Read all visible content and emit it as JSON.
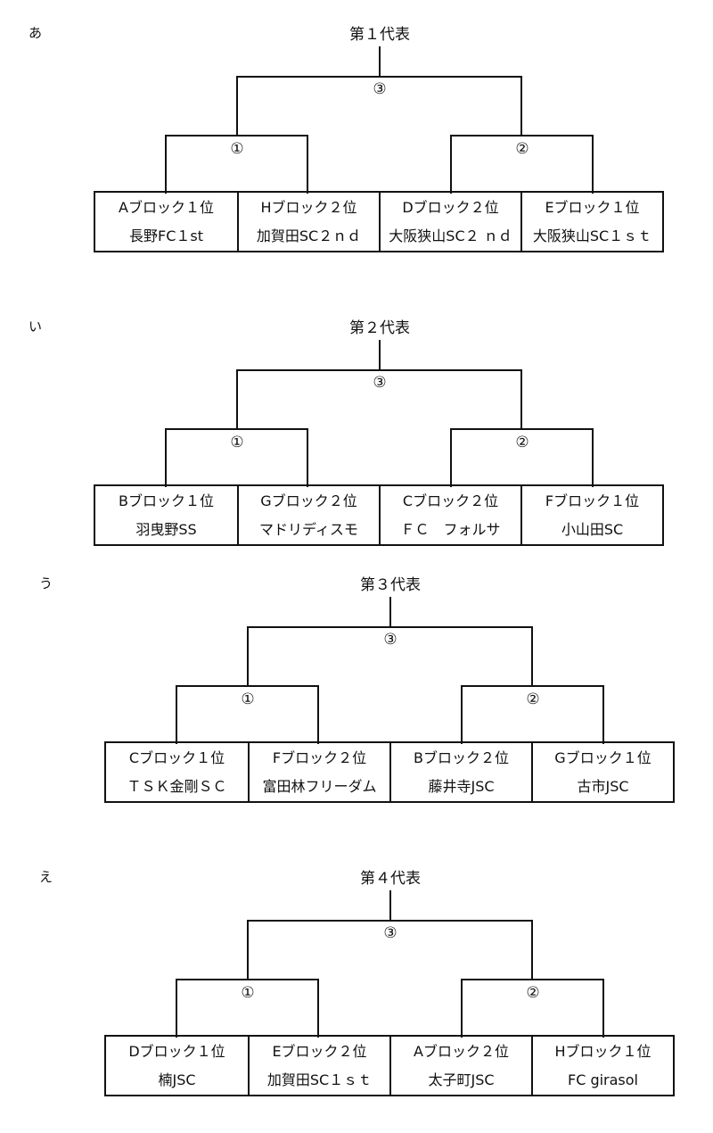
{
  "brackets": [
    {
      "label": "あ",
      "title": "第１代表",
      "match_top": "③",
      "match_left": "①",
      "match_right": "②",
      "teams": [
        {
          "block": "Aブロック１位",
          "name": "長野FC１st"
        },
        {
          "block": "Hブロック２位",
          "name": "加賀田SC２ｎｄ"
        },
        {
          "block": "Dブロック２位",
          "name": "大阪狭山SC２ ｎｄ"
        },
        {
          "block": "Eブロック１位",
          "name": "大阪狭山SC１ｓｔ"
        }
      ]
    },
    {
      "label": "い",
      "title": "第２代表",
      "match_top": "③",
      "match_left": "①",
      "match_right": "②",
      "teams": [
        {
          "block": "Bブロック１位",
          "name": "羽曳野SS"
        },
        {
          "block": "Gブロック２位",
          "name": "マドリディスモ"
        },
        {
          "block": "Cブロック２位",
          "name": "ＦＣ　フォルサ"
        },
        {
          "block": "Fブロック１位",
          "name": "小山田SC"
        }
      ]
    },
    {
      "label": "う",
      "title": "第３代表",
      "match_top": "③",
      "match_left": "①",
      "match_right": "②",
      "teams": [
        {
          "block": "Cブロック１位",
          "name": "ＴＳＫ金剛ＳＣ"
        },
        {
          "block": "Fブロック２位",
          "name": "富田林フリーダム"
        },
        {
          "block": "Bブロック２位",
          "name": "藤井寺JSC"
        },
        {
          "block": "Gブロック１位",
          "name": "古市JSC"
        }
      ]
    },
    {
      "label": "え",
      "title": "第４代表",
      "match_top": "③",
      "match_left": "①",
      "match_right": "②",
      "teams": [
        {
          "block": "Dブロック１位",
          "name": "楠JSC"
        },
        {
          "block": "Eブロック２位",
          "name": "加賀田SC１ｓｔ"
        },
        {
          "block": "Aブロック２位",
          "name": "太子町JSC"
        },
        {
          "block": "Hブロック１位",
          "name": "FC girasol"
        }
      ]
    }
  ]
}
